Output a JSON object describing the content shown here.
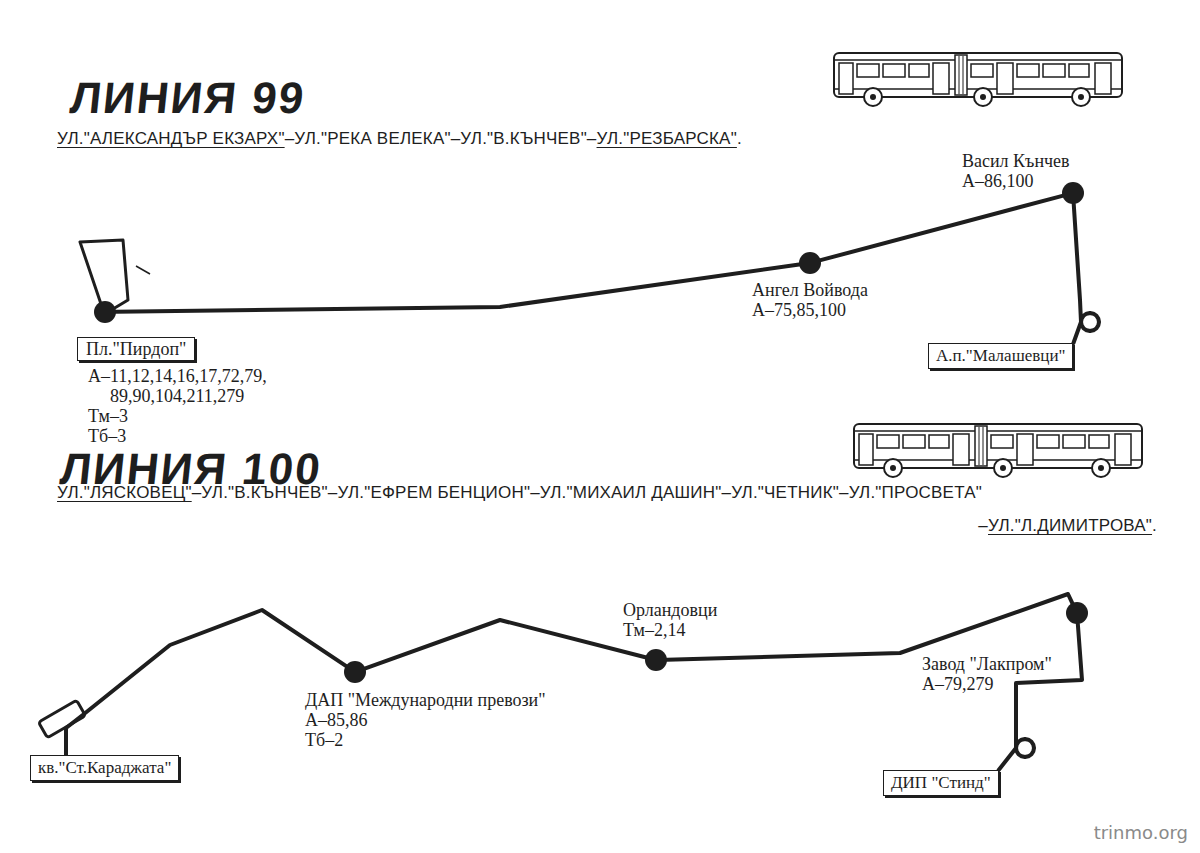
{
  "diagram": {
    "nodes": [
      {
        "text": [
          "Пл.\"Пирдоп\"",
          "А–11,12,14,16,17,72,79, 89,90,104,211,279",
          "Тм–3",
          "Тб–3"
        ]
      },
      {
        "text": [
          "Ангел Войвода",
          "А–75,85,100"
        ]
      },
      {
        "text": [
          "Васил Кънчев",
          "А–86,100"
        ]
      },
      {
        "text": [
          "А.п.\"Малашевци\""
        ]
      },
      {
        "text": [
          "кв.\"Ст.Караджата\""
        ]
      },
      {
        "text": [
          "ДАП \"Международни превози\"",
          "А–85,86",
          "Тб–2"
        ]
      },
      {
        "text": [
          "Орландовци",
          "Тм–2,14"
        ]
      },
      {
        "text": [
          "Завод \"Лакпром\"",
          "А–79,279"
        ]
      },
      {
        "text": [
          "ДИП \"Стинд\""
        ]
      }
    ],
    "edges": [
      {
        "from": 0,
        "to": 1,
        "arrow": "none"
      },
      {
        "from": 1,
        "to": 2,
        "arrow": "none"
      },
      {
        "from": 2,
        "to": 3,
        "arrow": "none"
      },
      {
        "from": 4,
        "to": 5,
        "arrow": "none"
      },
      {
        "from": 5,
        "to": 6,
        "arrow": "none"
      },
      {
        "from": 6,
        "to": 7,
        "arrow": "none"
      },
      {
        "from": 7,
        "to": 8,
        "arrow": "none"
      }
    ],
    "labels": [
      "ЛИНИЯ 99",
      "УЛ.\"АЛЕКСАНДЪР ЕКЗАРХ\"",
      "–УЛ.\"РЕКА ВЕЛЕКА\"–УЛ.\"В.КЪНЧЕВ\"–",
      "УЛ.\"РЕЗБАРСКА\"",
      ".",
      "ЛИНИЯ 100",
      "УЛ.\"ЛЯСКОВЕЦ\"",
      "–УЛ.\"В.КЪНЧЕВ\"–УЛ.\"ЕФРЕМ БЕНЦИОН\"–УЛ.\"МИХАИЛ ДАШИН\"–УЛ.\"ЧЕТНИК\"–УЛ.\"ПРОСВЕТА\"",
      "–",
      "УЛ.\"Л.ДИМИТРОВА\"",
      ".",
      "trinmo.org"
    ]
  }
}
